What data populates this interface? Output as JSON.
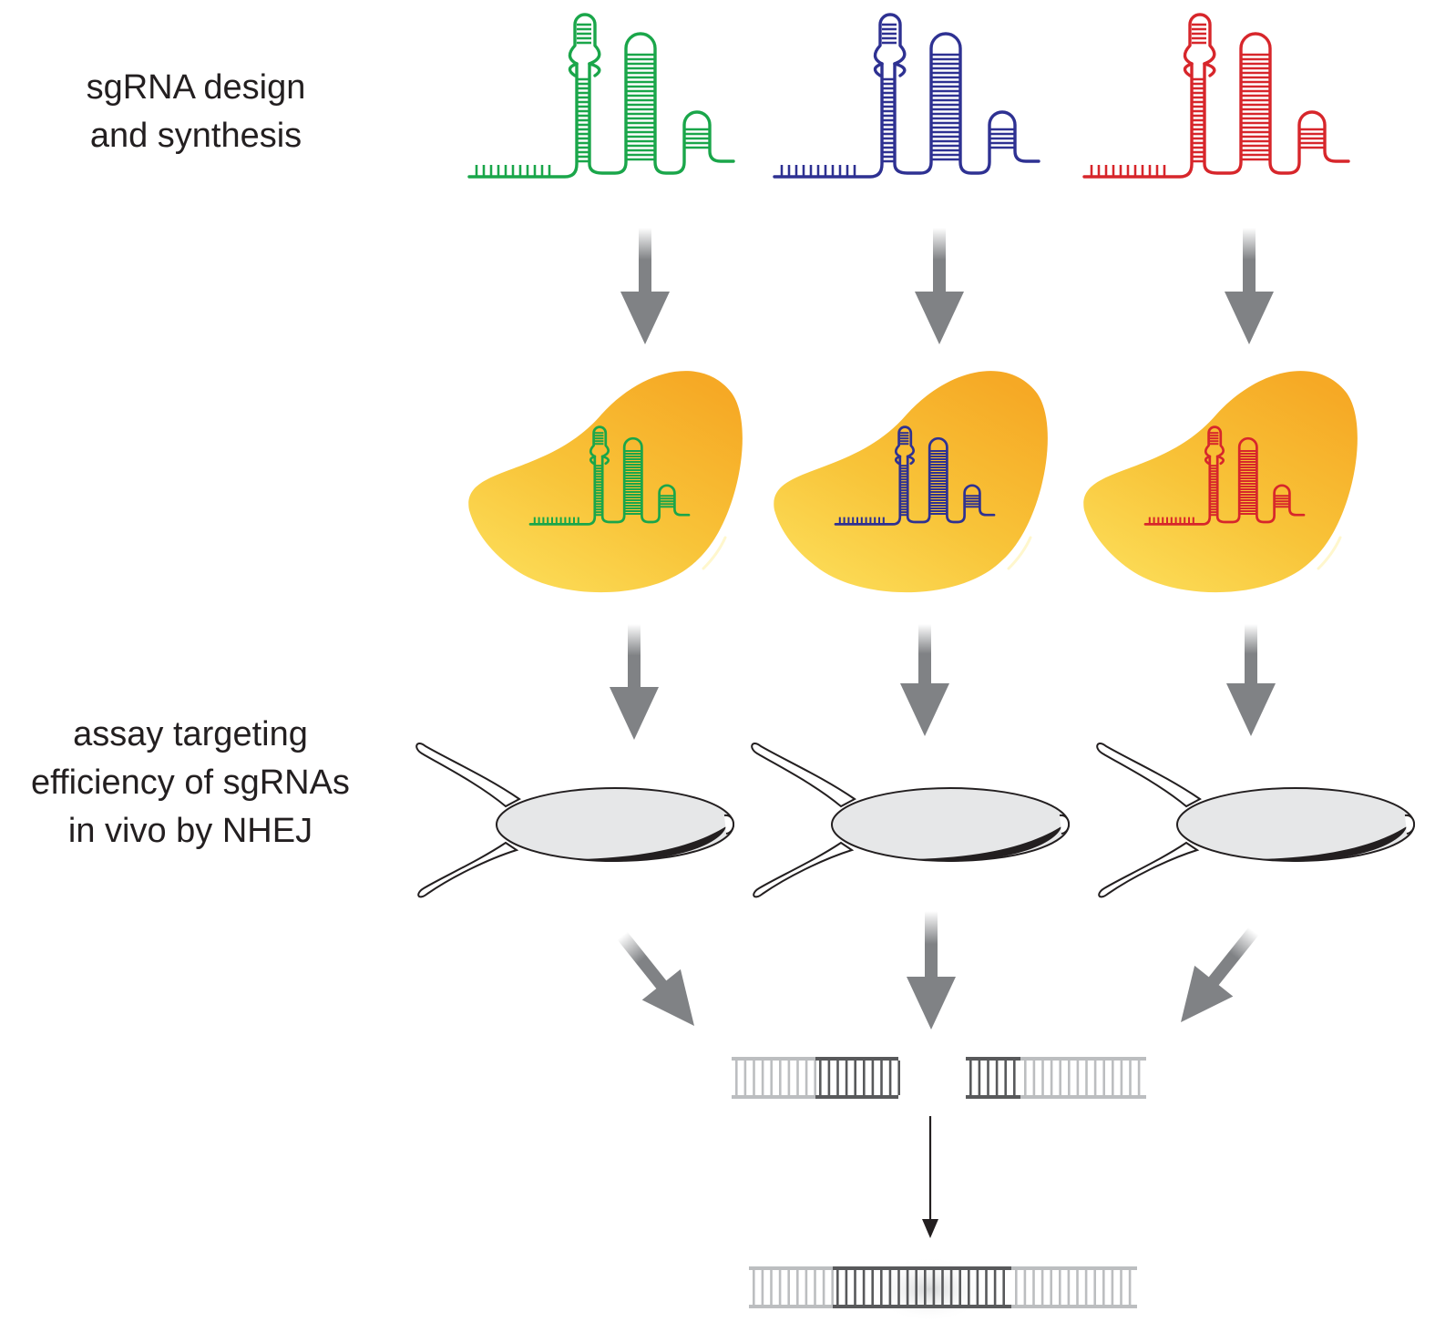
{
  "labels": {
    "synthesis": [
      "sgRNA design",
      "and synthesis"
    ],
    "assay": [
      "assay targeting",
      "efficiency of sgRNAs",
      "in vivo by NHEJ"
    ]
  },
  "colors": {
    "sgrna": [
      "#1aa64a",
      "#2e3192",
      "#d7262b"
    ],
    "arrow": "#808285",
    "embryo_cell": "#f7b52b",
    "embryo_cell_light": "#fcd955",
    "oocyte": "#e6e7e8",
    "dna_light": "#bcbec0",
    "dna_dark": "#58595b",
    "ink": "#231f20"
  },
  "icons": [
    "sgrna-hairpin-icon",
    "embryo-cell-icon",
    "fish-icon",
    "dna-duplex-icon",
    "arrow-icon"
  ]
}
